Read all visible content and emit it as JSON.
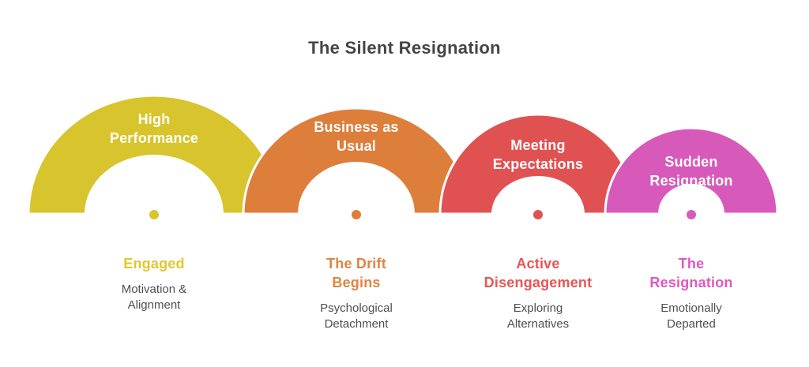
{
  "title": "The Silent Resignation",
  "text_colors": {
    "title": "#454545",
    "subtitle": "#4F4F4F"
  },
  "stages": [
    {
      "arc_label": "High\nPerformance",
      "stage_title": "Engaged",
      "stage_subtitle": "Motivation &\nAlignment",
      "color": "#D8C42C",
      "label_color": "#E2C72E"
    },
    {
      "arc_label": "Business as\nUsual",
      "stage_title": "The Drift\nBegins",
      "stage_subtitle": "Psychological\nDetachment",
      "color": "#DE7E3B",
      "label_color": "#E08441"
    },
    {
      "arc_label": "Meeting\nExpectations",
      "stage_title": "Active\nDisengagement",
      "stage_subtitle": "Exploring\nAlternatives",
      "color": "#E05252",
      "label_color": "#EC5454"
    },
    {
      "arc_label": "Sudden\nResignation",
      "stage_title": "The\nResignation",
      "stage_subtitle": "Emotionally\nDeparted",
      "color": "#D75ABA",
      "label_color": "#E058C0"
    }
  ]
}
